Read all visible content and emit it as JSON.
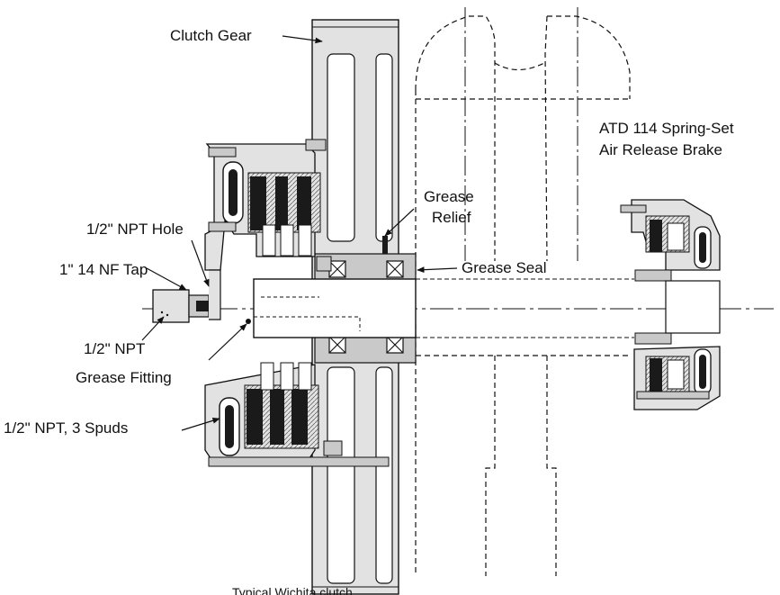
{
  "labels": {
    "clutch_gear": "Clutch Gear",
    "brake_title_line1": "ATD 114 Spring-Set",
    "brake_title_line2": "Air Release Brake",
    "grease_relief_line1": "Grease",
    "grease_relief_line2": "Relief",
    "npt_hole": "1/2\" NPT Hole",
    "nf_tap": "1\" 14 NF Tap",
    "grease_seal": "Grease Seal",
    "grease_fitting_line1": "1/2\" NPT",
    "grease_fitting_line2": "Grease Fitting",
    "spuds": "1/2\" NPT, 3 Spuds",
    "caption": "Typical Wichita clutch"
  },
  "colors": {
    "ink": "#111111",
    "fill_light": "#e2e2e2",
    "fill_mid": "#c9c9c9",
    "fill_dark": "#1a1a1a"
  }
}
